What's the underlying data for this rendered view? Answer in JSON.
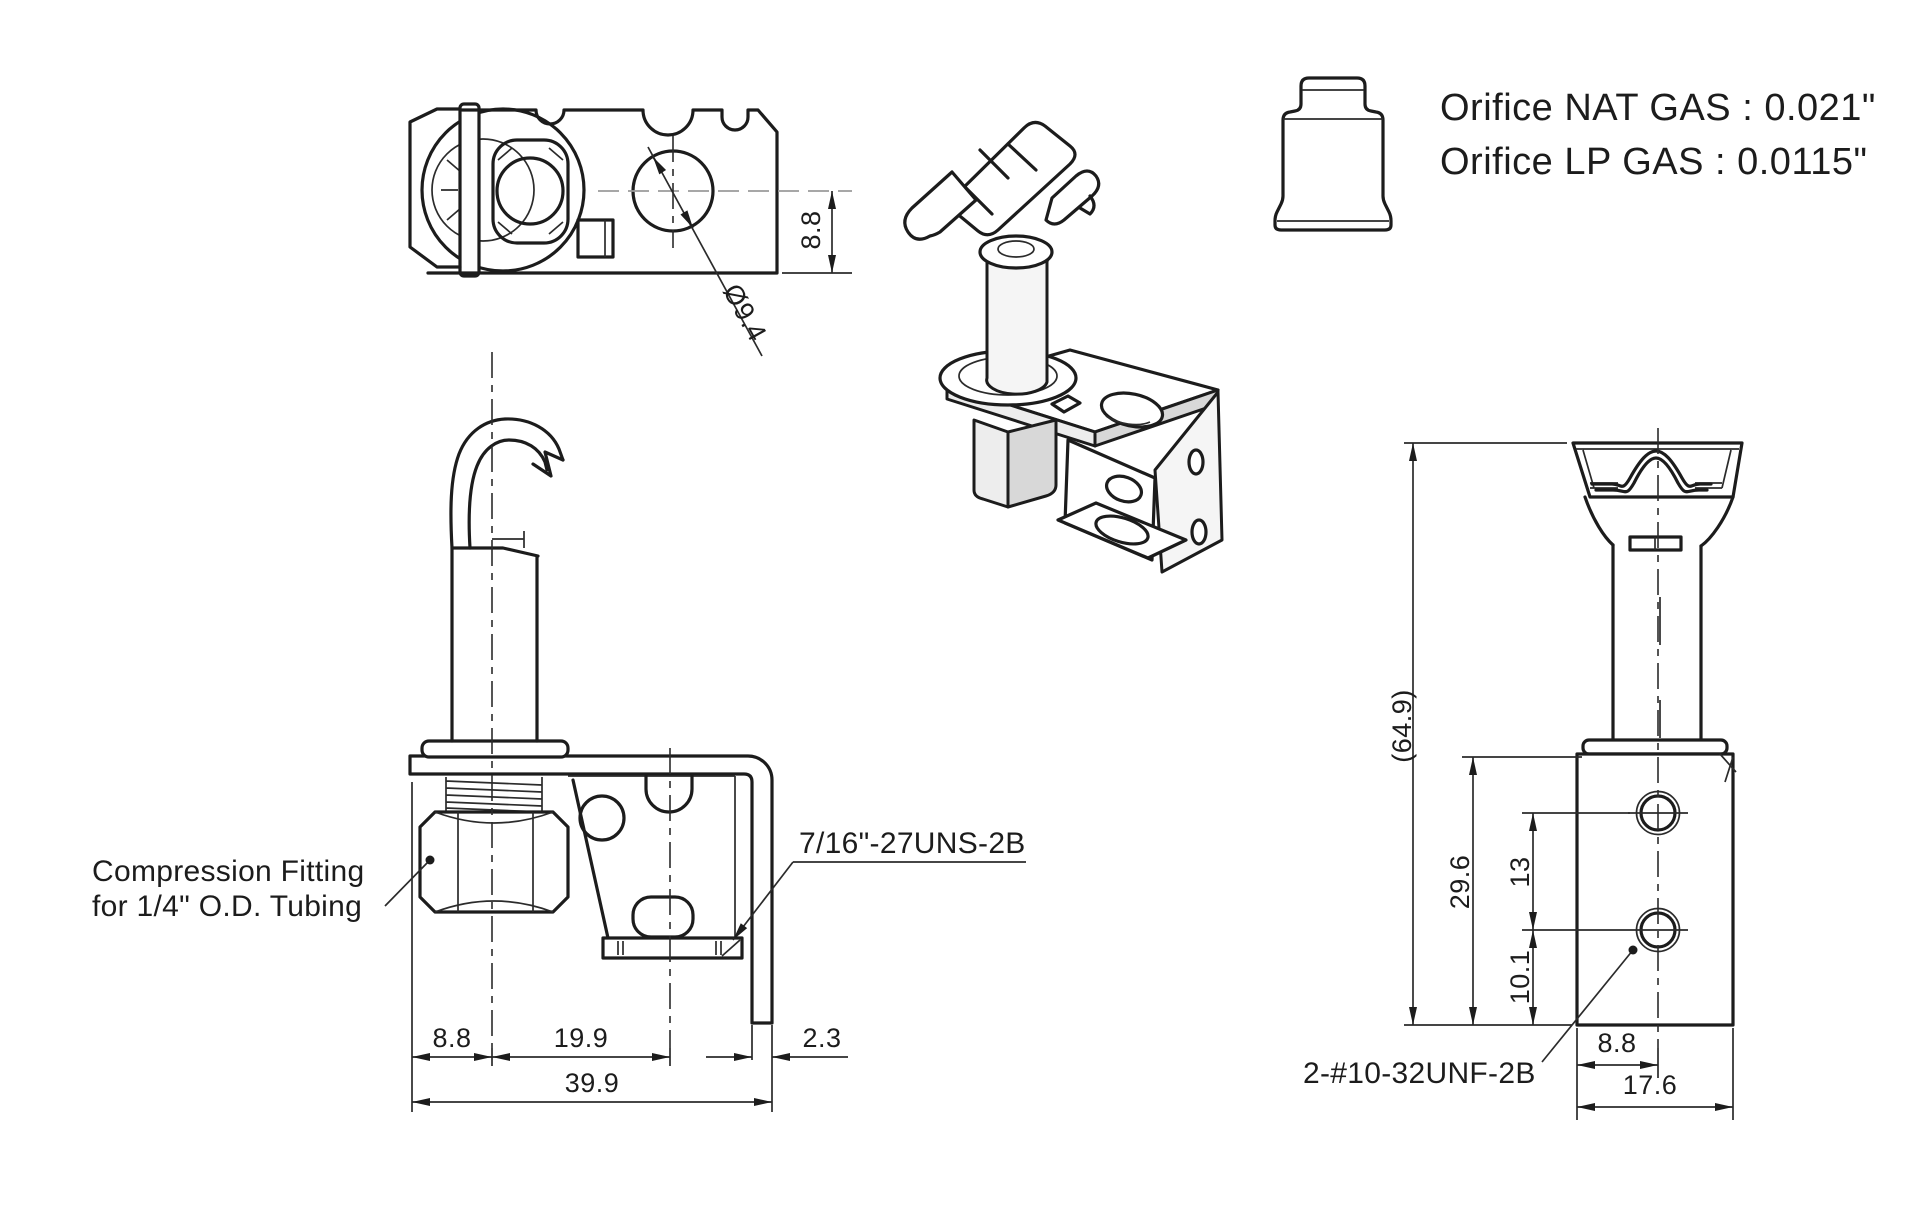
{
  "orifice_note": {
    "line1": "Orifice NAT GAS : 0.021\"",
    "line2": "Orifice LP GAS : 0.0115\""
  },
  "top_view": {
    "depth_dim": "8.8",
    "hole_dia": "Ø9.4"
  },
  "front_view": {
    "fitting_line1": "Compression Fitting",
    "fitting_line2": "for 1/4\" O.D. Tubing",
    "thread_label": "7/16\"-27UNS-2B",
    "dim_offset": "8.8",
    "dim_span": "19.9",
    "dim_thickness": "2.3",
    "dim_total": "39.9"
  },
  "side_view": {
    "dim_total_height": "(64.9)",
    "dim_body_height": "29.6",
    "dim_hole_spacing": "13",
    "dim_hole_bottom": "10.1",
    "dim_hole_offset": "8.8",
    "dim_width": "17.6",
    "thread_label": "2-#10-32UNF-2B"
  }
}
